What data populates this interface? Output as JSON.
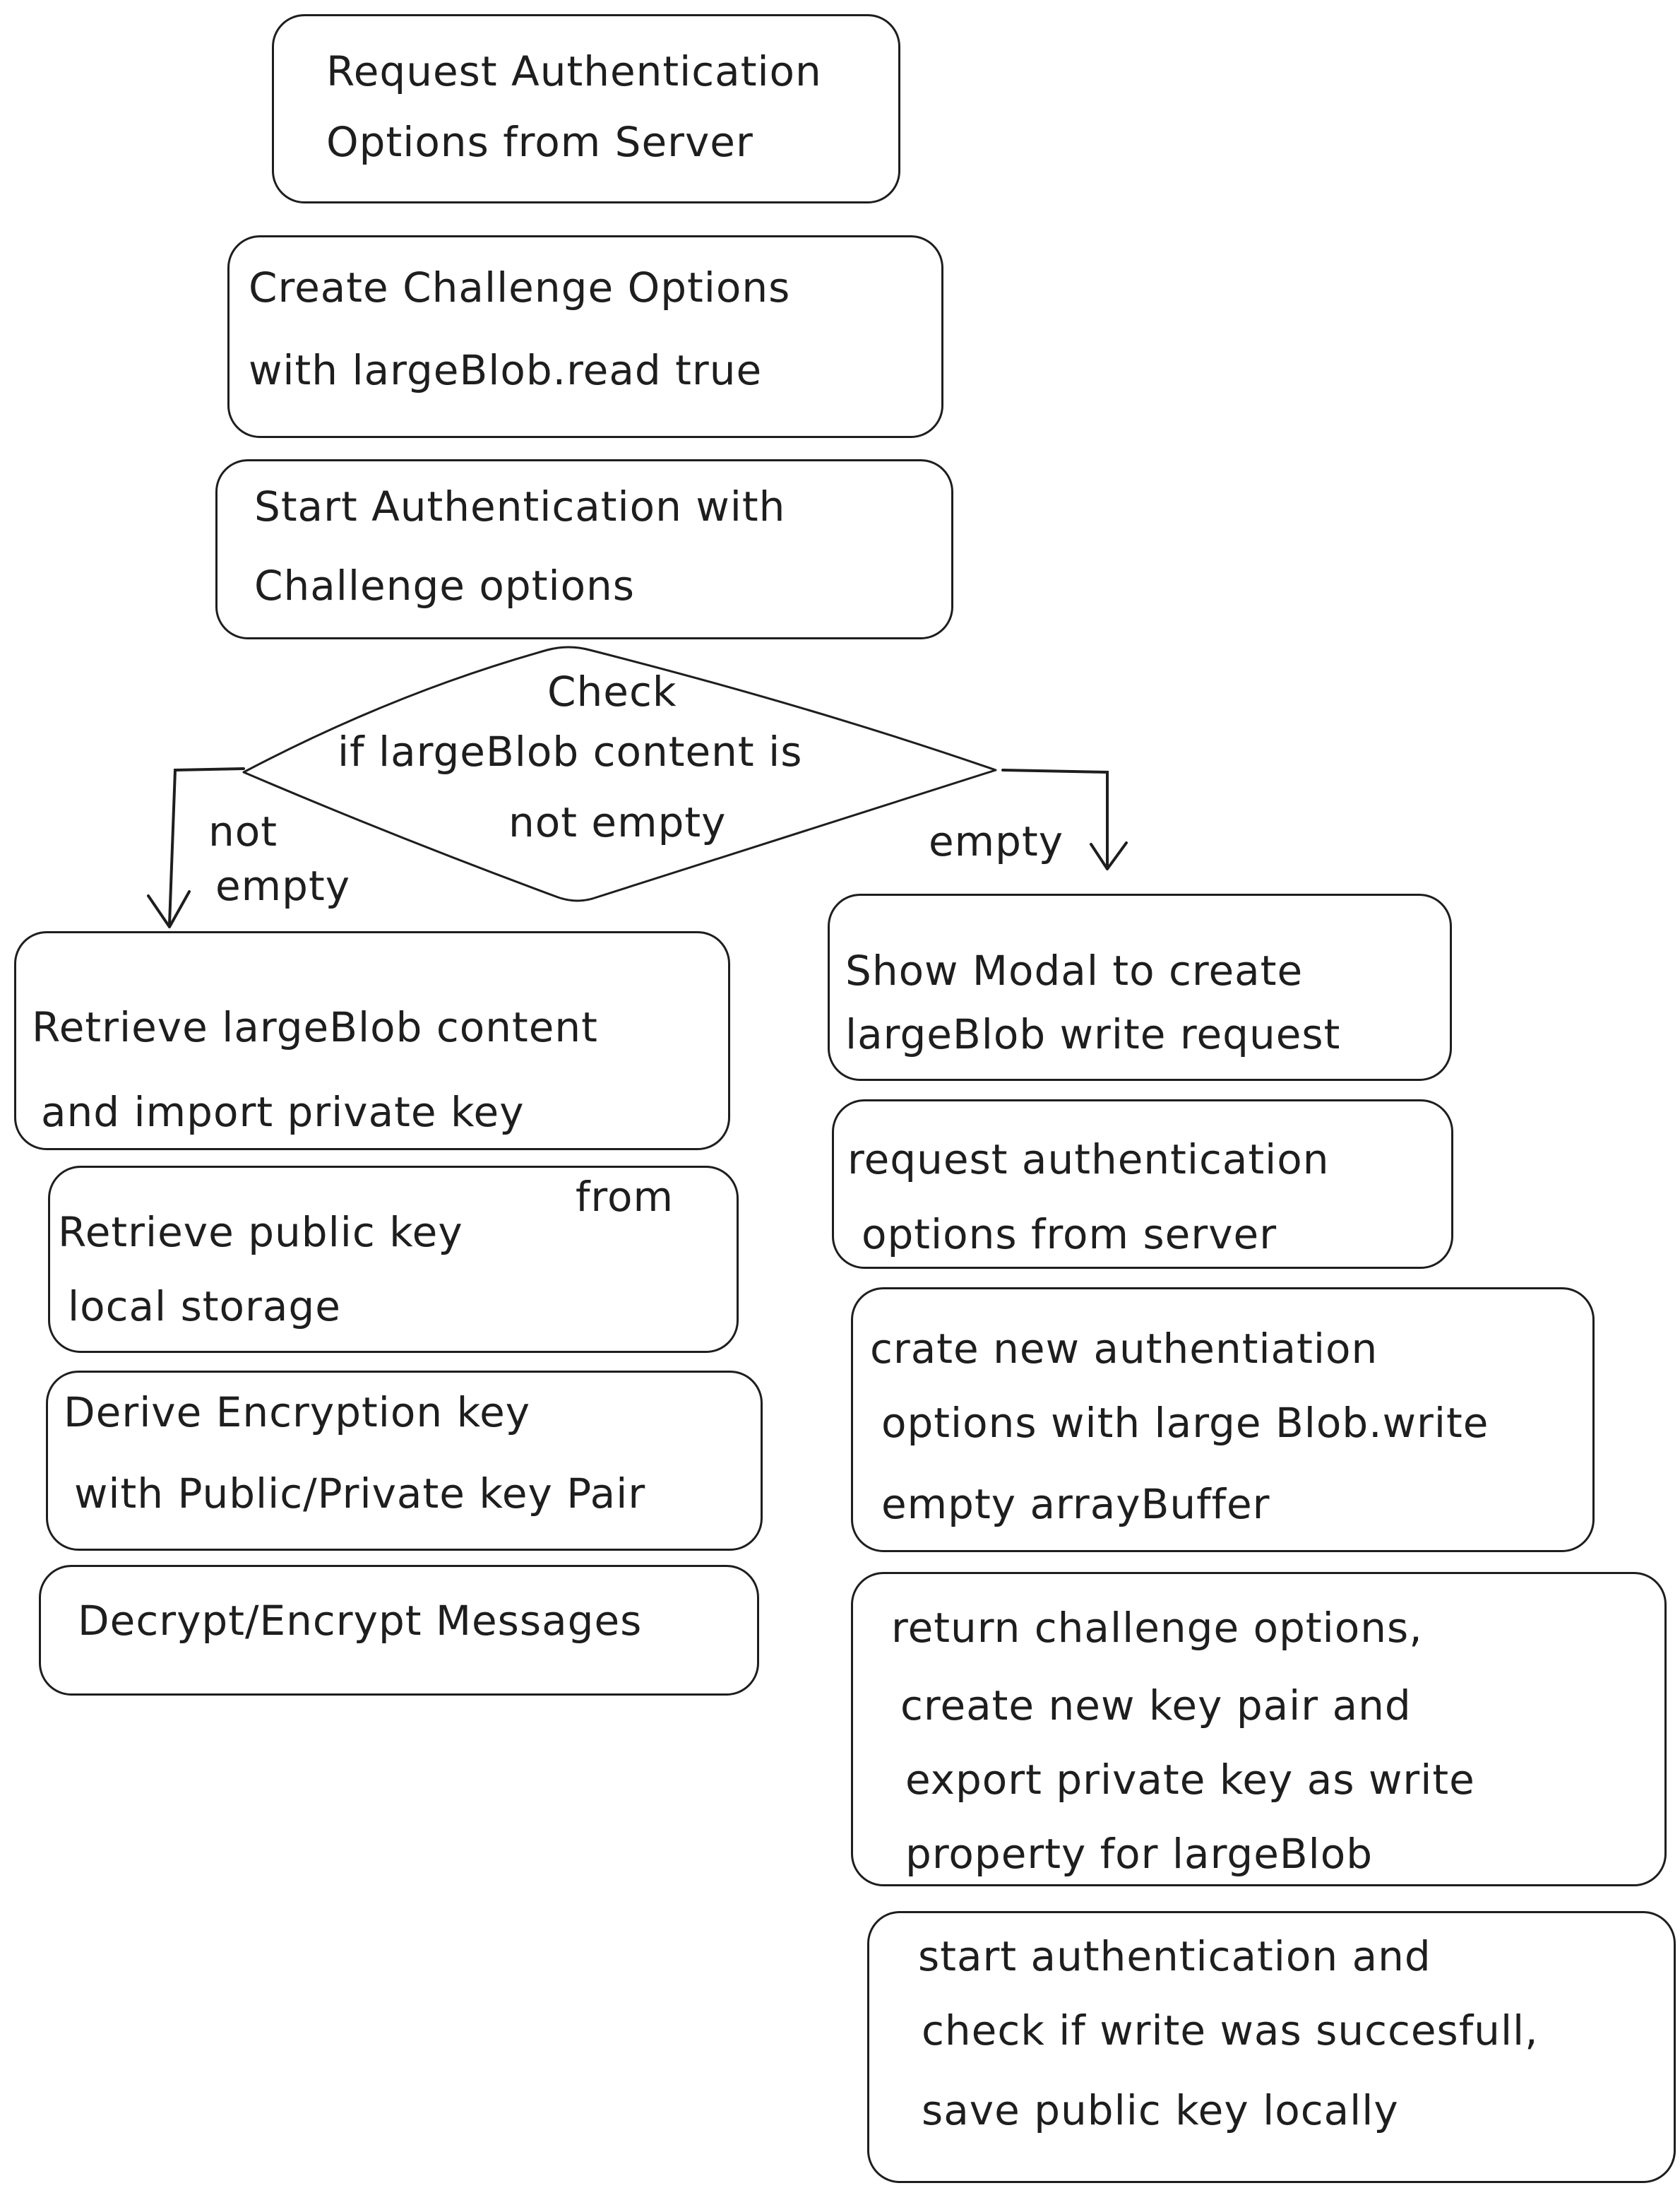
{
  "steps": {
    "s1": [
      "Request Authentication",
      "Options from Server"
    ],
    "s2": [
      "Create Challenge Options",
      "with largeBlob.read true"
    ],
    "s3": [
      "Start Authentication with",
      "Challenge options"
    ],
    "decision": [
      "Check",
      "if largeBlob content is",
      "not empty"
    ],
    "label_not_empty": [
      "not",
      "empty"
    ],
    "label_empty": "empty",
    "l1": [
      "Retrieve largeBlob content",
      "and import private key"
    ],
    "l2": [
      "Retrieve public key",
      "from",
      "local storage"
    ],
    "l3": [
      "Derive Encryption key",
      "with Public/Private key Pair"
    ],
    "l4": "Decrypt/Encrypt Messages",
    "r1": [
      "Show Modal to create",
      "largeBlob write request"
    ],
    "r2": [
      "request authentication",
      "options from server"
    ],
    "r3": [
      "crate new authentiation",
      "options with large Blob.write",
      "empty arrayBuffer"
    ],
    "r4": [
      "return challenge options,",
      "create new key pair and",
      "export private key as write",
      "property for largeBlob"
    ],
    "r5": [
      "start authentication and",
      "check if write was succesfull,",
      "save public key locally"
    ]
  }
}
